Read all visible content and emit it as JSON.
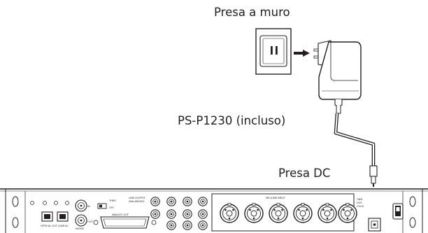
{
  "labels": {
    "wall_outlet": "Presa a muro",
    "adapter": "PS-P1230 (incluso)",
    "dc_jack": "Presa DC"
  },
  "rear_panel": {
    "optical_out": "OPTICAL OUT (S/MUX)",
    "word": "WORD",
    "in": "IN",
    "out": "OUT",
    "thru": "THRU",
    "off": "OFF",
    "analog_out": "ANALOG OUT",
    "line_output": "LINE OUTPUT",
    "balanced": "(BALANCED)",
    "mic_line_input": "MIC/LINE INPUT",
    "gnd": "GND",
    "hot": "HOT",
    "cold": "COLD"
  },
  "colors": {
    "line": "#231f20",
    "fill": "#ffffff"
  }
}
